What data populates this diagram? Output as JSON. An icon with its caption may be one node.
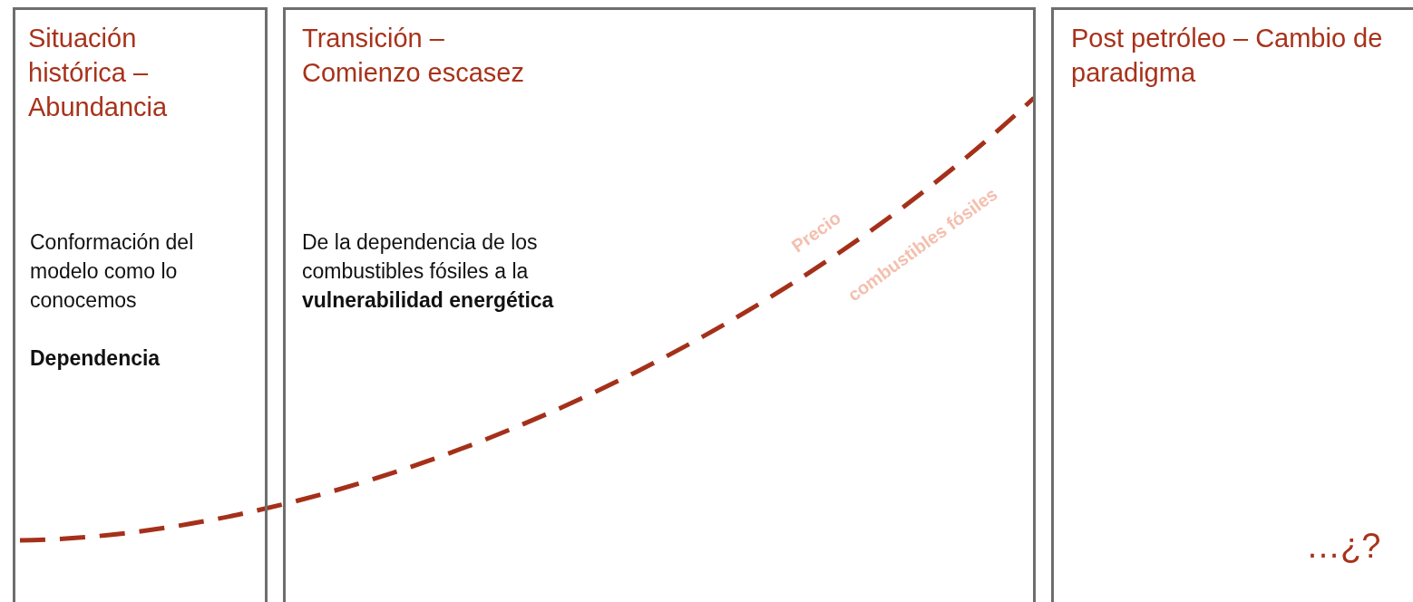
{
  "diagram": {
    "nodes": [
      {
        "text": [
          "Situación histórica – Abundancia",
          "Conformación del modelo como lo conocemos",
          "Dependencia"
        ]
      },
      {
        "text": [
          "Transición – Comienzo escasez",
          "De la dependencia de los combustibles fósiles a la **vulnerabilidad energética**"
        ]
      },
      {
        "text": [
          "Post petróleo – Cambio de paradigma",
          "…¿?"
        ]
      }
    ],
    "labels": [
      "Precio",
      "combustibles fósiles"
    ]
  }
}
